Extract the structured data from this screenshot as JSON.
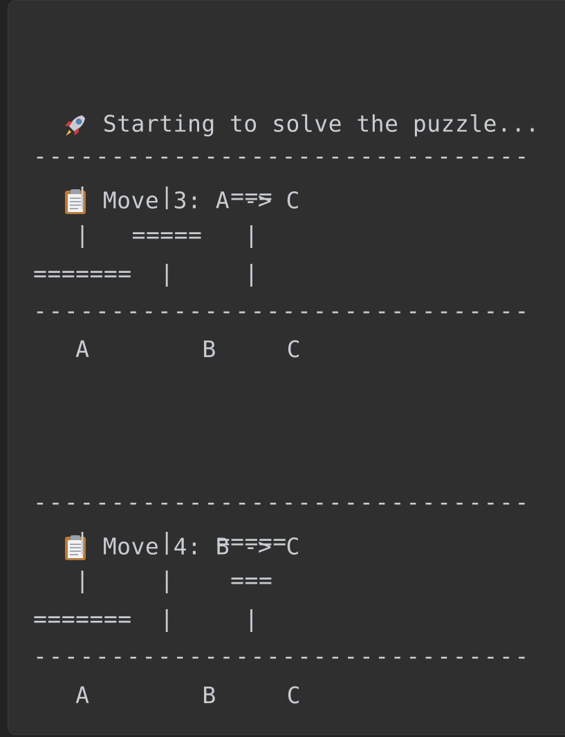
{
  "header": {
    "icon": "rocket-icon",
    "text": "Starting to solve the puzzle..."
  },
  "moves": [
    {
      "icon": "clipboard-icon",
      "title": "Move 3: A -> C",
      "separator_top": "--------------------------------",
      "rows": [
        "   |     |    ===",
        "   |   =====   |",
        "=======  |     |"
      ],
      "separator_bottom": "--------------------------------",
      "labels": "   A        B     C"
    },
    {
      "icon": "clipboard-icon",
      "title": "Move 4: B -> C",
      "separator_top": "--------------------------------",
      "rows": [
        "   |     |   =====",
        "   |     |    ===",
        "=======  |     |"
      ],
      "separator_bottom": "--------------------------------",
      "labels": "   A        B     C"
    }
  ]
}
